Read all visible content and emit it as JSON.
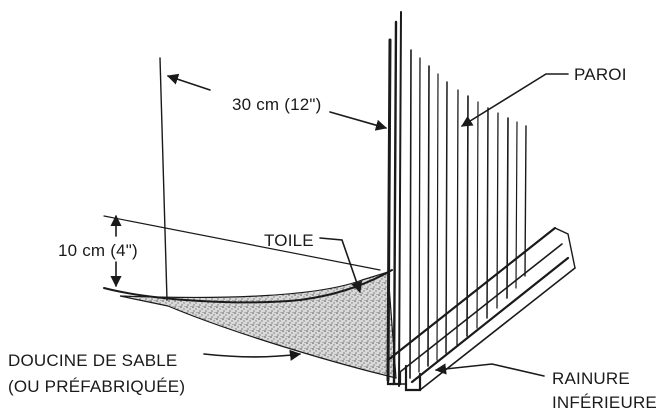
{
  "diagram": {
    "labels": {
      "distance": "30 cm (12\")",
      "height": "10 cm (4\")",
      "paroi": "PAROI",
      "toile": "TOILE",
      "doucine_line1": "DOUCINE DE SABLE",
      "doucine_line2": "(OU PRÉFABRIQUÉE)",
      "rainure_line1": "RAINURE",
      "rainure_line2": "INFÉRIEURE"
    },
    "colors": {
      "ink": "#1a1a1a",
      "sand": "#8a8a8a",
      "background": "#ffffff"
    }
  }
}
